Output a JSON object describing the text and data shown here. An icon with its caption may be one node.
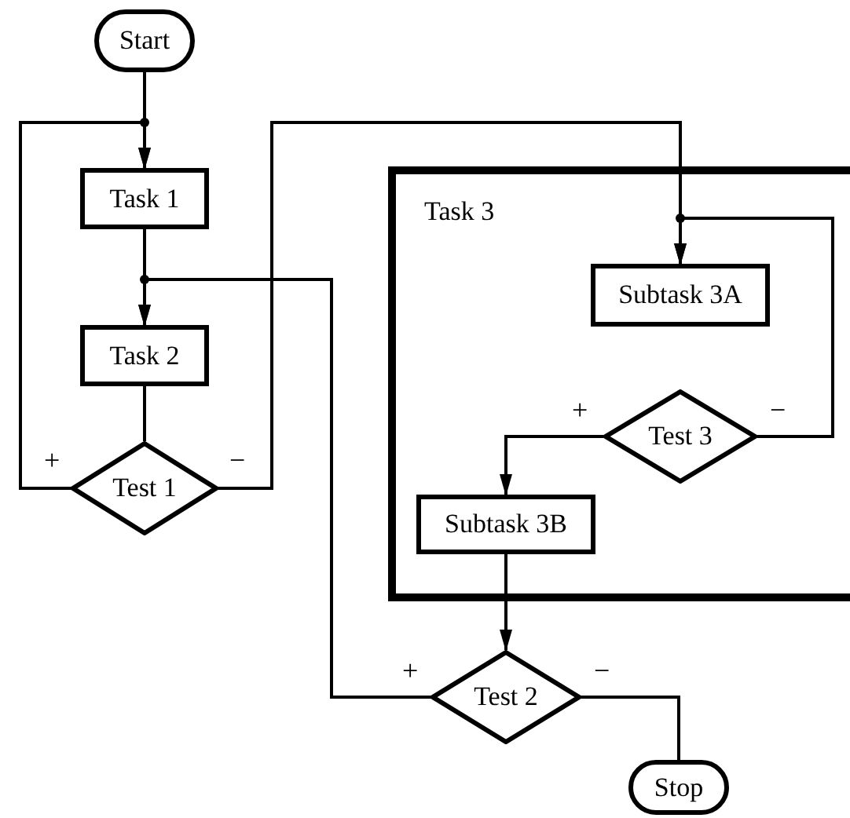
{
  "diagram": {
    "nodes": [
      {
        "text": [
          "Start"
        ]
      },
      {
        "text": [
          "Task 1"
        ]
      },
      {
        "text": [
          "Task 2"
        ]
      },
      {
        "text": [
          "Test 1"
        ]
      },
      {
        "text": [
          "Task 3"
        ]
      },
      {
        "text": [
          "Subtask 3A"
        ],
        "in": 4
      },
      {
        "text": [
          "Test 3"
        ],
        "in": 4
      },
      {
        "text": [
          "Subtask 3B"
        ],
        "in": 4
      },
      {
        "text": [
          "Test 2"
        ]
      },
      {
        "text": [
          "Stop"
        ]
      }
    ],
    "edges": [
      {
        "from": 0,
        "to": 1,
        "arrow": "to"
      },
      {
        "from": 1,
        "to": 2,
        "arrow": "to"
      },
      {
        "from": 2,
        "to": 3,
        "arrow": "none"
      },
      {
        "from": 3,
        "to": 1,
        "arrow": "to",
        "label": "+"
      },
      {
        "from": 3,
        "to": 5,
        "arrow": "to",
        "label": "−"
      },
      {
        "from": 6,
        "to": 5,
        "arrow": "to",
        "label": "−"
      },
      {
        "from": 6,
        "to": 7,
        "arrow": "to",
        "label": "+"
      },
      {
        "from": 7,
        "to": 8,
        "arrow": "to"
      },
      {
        "from": 8,
        "to": 2,
        "arrow": "to",
        "label": "+"
      },
      {
        "from": 8,
        "to": 9,
        "arrow": "none",
        "label": "−"
      }
    ]
  }
}
